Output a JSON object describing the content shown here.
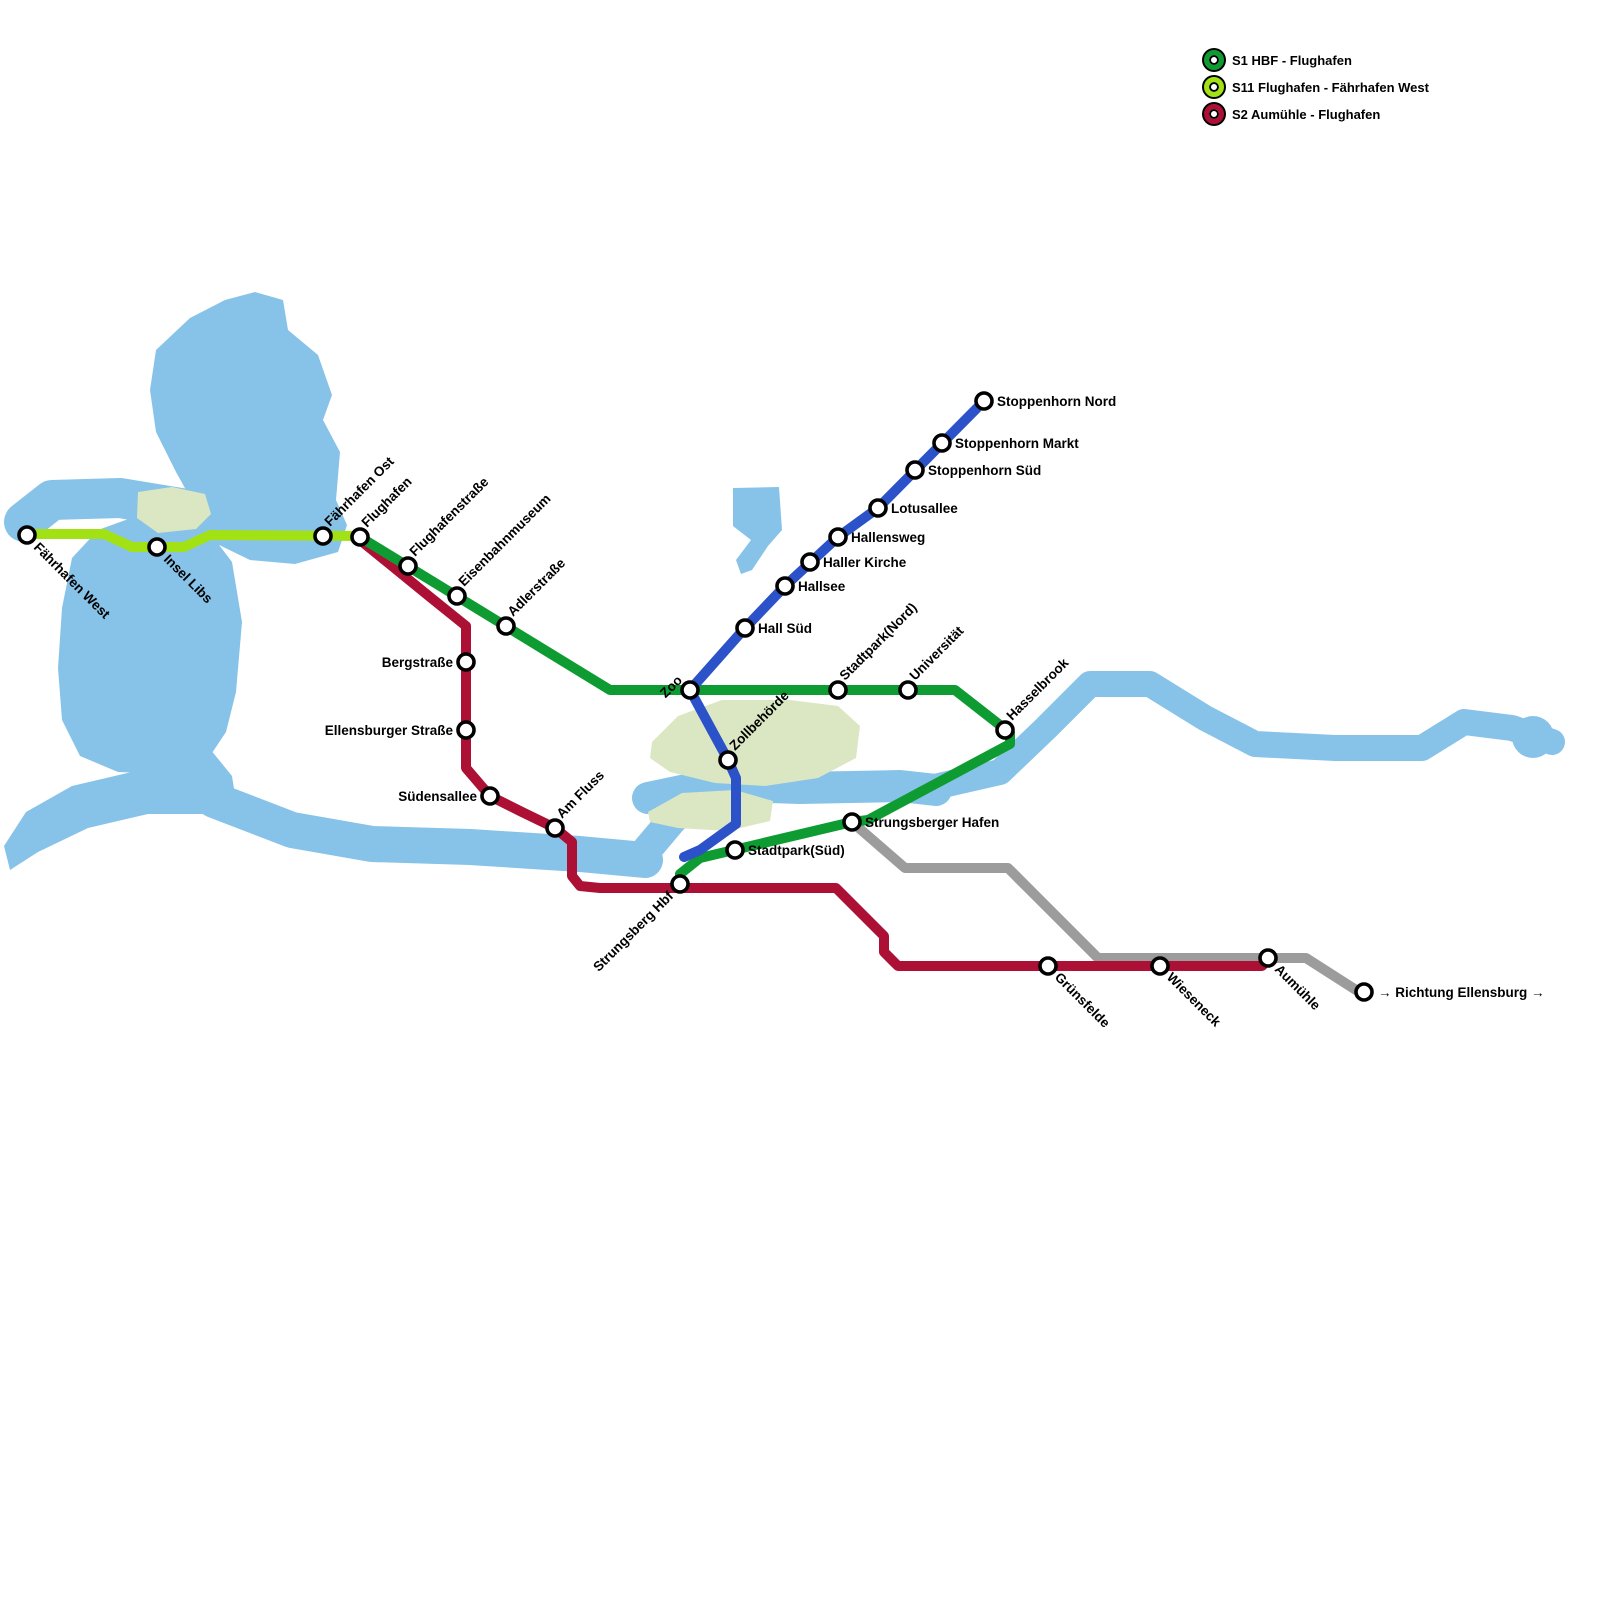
{
  "map": {
    "background_color": "#ffffff",
    "water_color": "#87C3E8",
    "park_color": "#DBE7C2"
  },
  "legend": {
    "items": [
      {
        "id": "s1",
        "label": "S1 HBF - Flughafen",
        "color": "#0E9C32"
      },
      {
        "id": "s11",
        "label": "S11 Flughafen - Fährhafen West",
        "color": "#A2E214"
      },
      {
        "id": "s2",
        "label": "S2 Aumühle - Flughafen",
        "color": "#AD1035"
      }
    ]
  },
  "lines": {
    "s1": {
      "color": "#0E9C32"
    },
    "s11": {
      "color": "#A2E214"
    },
    "s2": {
      "color": "#AD1035"
    },
    "blue": {
      "color": "#2B52C8"
    },
    "gray": {
      "color": "#9C9C9C"
    }
  },
  "stations": [
    {
      "id": "faehrhafen-west",
      "label": "Fährhafen West"
    },
    {
      "id": "insel-libs",
      "label": "Insel Libs"
    },
    {
      "id": "faehrhafen-ost",
      "label": "Fährhafen Ost"
    },
    {
      "id": "flughafen",
      "label": "Flughafen"
    },
    {
      "id": "flughafenstrasse",
      "label": "Flughafenstraße"
    },
    {
      "id": "eisenbahnmuseum",
      "label": "Eisenbahnmuseum"
    },
    {
      "id": "adlerstrasse",
      "label": "Adlerstraße"
    },
    {
      "id": "bergstrasse",
      "label": "Bergstraße"
    },
    {
      "id": "ellensburger-strasse",
      "label": "Ellensburger Straße"
    },
    {
      "id": "suedensallee",
      "label": "Südensallee"
    },
    {
      "id": "am-fluss",
      "label": "Am Fluss"
    },
    {
      "id": "strungsberg-hbf",
      "label": "Strungsberg Hbf"
    },
    {
      "id": "stadtpark-sued",
      "label": "Stadtpark(Süd)"
    },
    {
      "id": "strungsberger-hafen",
      "label": "Strungsberger Hafen"
    },
    {
      "id": "zoo",
      "label": "Zoo"
    },
    {
      "id": "zollbehoerde",
      "label": "Zollbehörde"
    },
    {
      "id": "hall-sued",
      "label": "Hall Süd"
    },
    {
      "id": "hallsee",
      "label": "Hallsee"
    },
    {
      "id": "haller-kirche",
      "label": "Haller Kirche"
    },
    {
      "id": "hallensweg",
      "label": "Hallensweg"
    },
    {
      "id": "lotusallee",
      "label": "Lotusallee"
    },
    {
      "id": "stoppenhorn-sued",
      "label": "Stoppenhorn Süd"
    },
    {
      "id": "stoppenhorn-markt",
      "label": "Stoppenhorn Markt"
    },
    {
      "id": "stoppenhorn-nord",
      "label": "Stoppenhorn Nord"
    },
    {
      "id": "stadtpark-nord",
      "label": "Stadtpark(Nord)"
    },
    {
      "id": "universitaet",
      "label": "Universität"
    },
    {
      "id": "hasselbrook",
      "label": "Hasselbrook"
    },
    {
      "id": "gruensfelde",
      "label": "Grünsfelde"
    },
    {
      "id": "wieseneck",
      "label": "Wieseneck"
    },
    {
      "id": "aumuehle",
      "label": "Aumühle"
    },
    {
      "id": "richtung-ellensburg",
      "label": "→  Richtung Ellensburg  →"
    }
  ]
}
